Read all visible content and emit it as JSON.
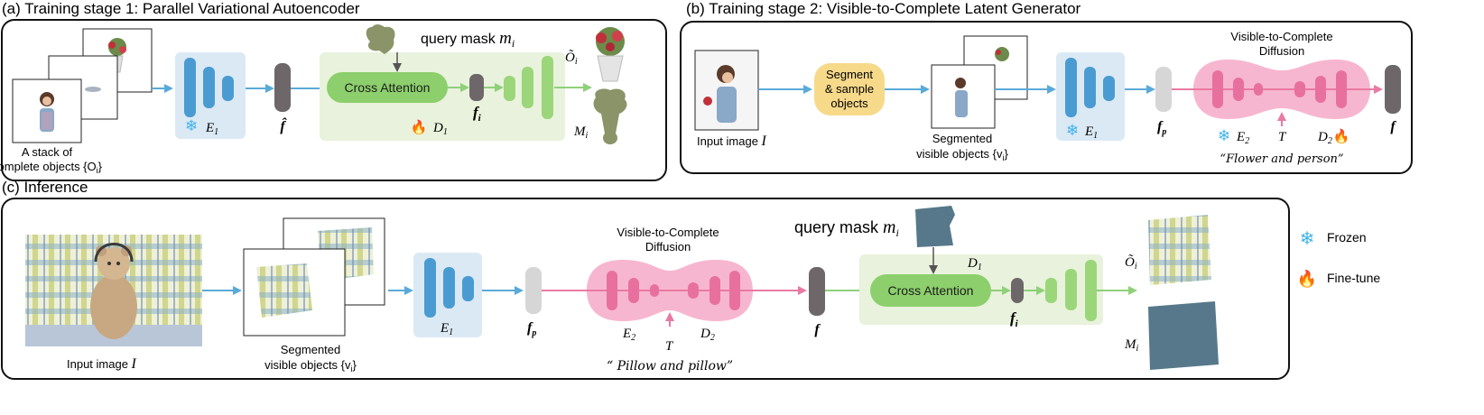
{
  "panels": {
    "stage1": {
      "title": "(a) Training stage 1: Parallel Variational Autoencoder",
      "stack_caption_line1": "A stack of",
      "stack_caption_line2": "complete objects {O",
      "stack_caption_sub": "i",
      "stack_caption_end": "}",
      "encoder_label": "E",
      "encoder_sub": "1",
      "latent_label": "f̂",
      "query_mask_text": "query mask ",
      "query_mask_var": "m",
      "query_mask_sub": "i",
      "cross_attention_label": "Cross Attention",
      "feature_label": "f",
      "feature_sub": "i",
      "decoder_label": "D",
      "decoder_sub": "1",
      "output_object_label": "Õ",
      "output_object_sub": "i",
      "output_mask_label": "M",
      "output_mask_sub": "i"
    },
    "stage2": {
      "title": "(b) Training stage 2: Visible-to-Complete Latent Generator",
      "input_caption": "Input image ",
      "input_var": "I",
      "segment_line1": "Segment",
      "segment_line2": "& sample",
      "segment_line3": "objects",
      "segmented_line1": "Segmented",
      "segmented_line2": "visible objects {v",
      "segmented_sub": "i",
      "segmented_end": "}",
      "encoder_label": "E",
      "encoder_sub": "1",
      "fp_label": "f",
      "fp_sub": "p",
      "diffusion_line1": "Visible-to-Complete",
      "diffusion_line2": "Diffusion",
      "e2_label": "E",
      "e2_sub": "2",
      "t_label": "T",
      "d2_label": "D",
      "d2_sub": "2",
      "prompt": "“Flower and person”",
      "output_label": "f"
    },
    "inference": {
      "title": "(c) Inference",
      "input_caption": "Input image ",
      "input_var": "I",
      "segmented_line1": "Segmented",
      "segmented_line2": "visible objects {v",
      "segmented_sub": "i",
      "segmented_end": "}",
      "encoder_label": "E",
      "encoder_sub": "1",
      "fp_label": "f",
      "fp_sub": "p",
      "diffusion_line1": "Visible-to-Complete",
      "diffusion_line2": "Diffusion",
      "e2_label": "E",
      "e2_sub": "2",
      "t_label": "T",
      "d2_label": "D",
      "d2_sub": "2",
      "prompt": "“ Pillow and pillow”",
      "f_label": "f",
      "query_mask_text": "query mask ",
      "query_mask_var": "m",
      "query_mask_sub": "i",
      "d1_label": "D",
      "d1_sub": "1",
      "cross_attention_label": "Cross Attention",
      "feature_label": "f",
      "feature_sub": "i",
      "output_object_label": "Õ",
      "output_object_sub": "i",
      "output_mask_label": "M",
      "output_mask_sub": "i"
    }
  },
  "legend": {
    "frozen_label": "Frozen",
    "finetune_label": "Fine-tune",
    "frozen_icon": "snowflake-icon",
    "finetune_icon": "flame-icon"
  },
  "colors": {
    "encoder_blue": "#4a9bd1",
    "encoder_bg": "#dbe9f5",
    "latent_gray": "#6e6769",
    "latent_light": "#d6d6d6",
    "decoder_green": "#9bd67a",
    "decoder_bg": "#e9f2dc",
    "cross_attention": "#8ccf6c",
    "diffusion_pink": "#f7b6cf",
    "diffusion_bar": "#e8709e",
    "segment_yellow": "#f7d98a",
    "arrow_blue": "#5aaad9",
    "arrow_pink": "#e97aa3",
    "arrow_green": "#8fd07a",
    "mask_teal": "#56788a",
    "mask_olive": "#8a9468",
    "snowflake": "#3fb2e8",
    "flame": "#f08030"
  }
}
